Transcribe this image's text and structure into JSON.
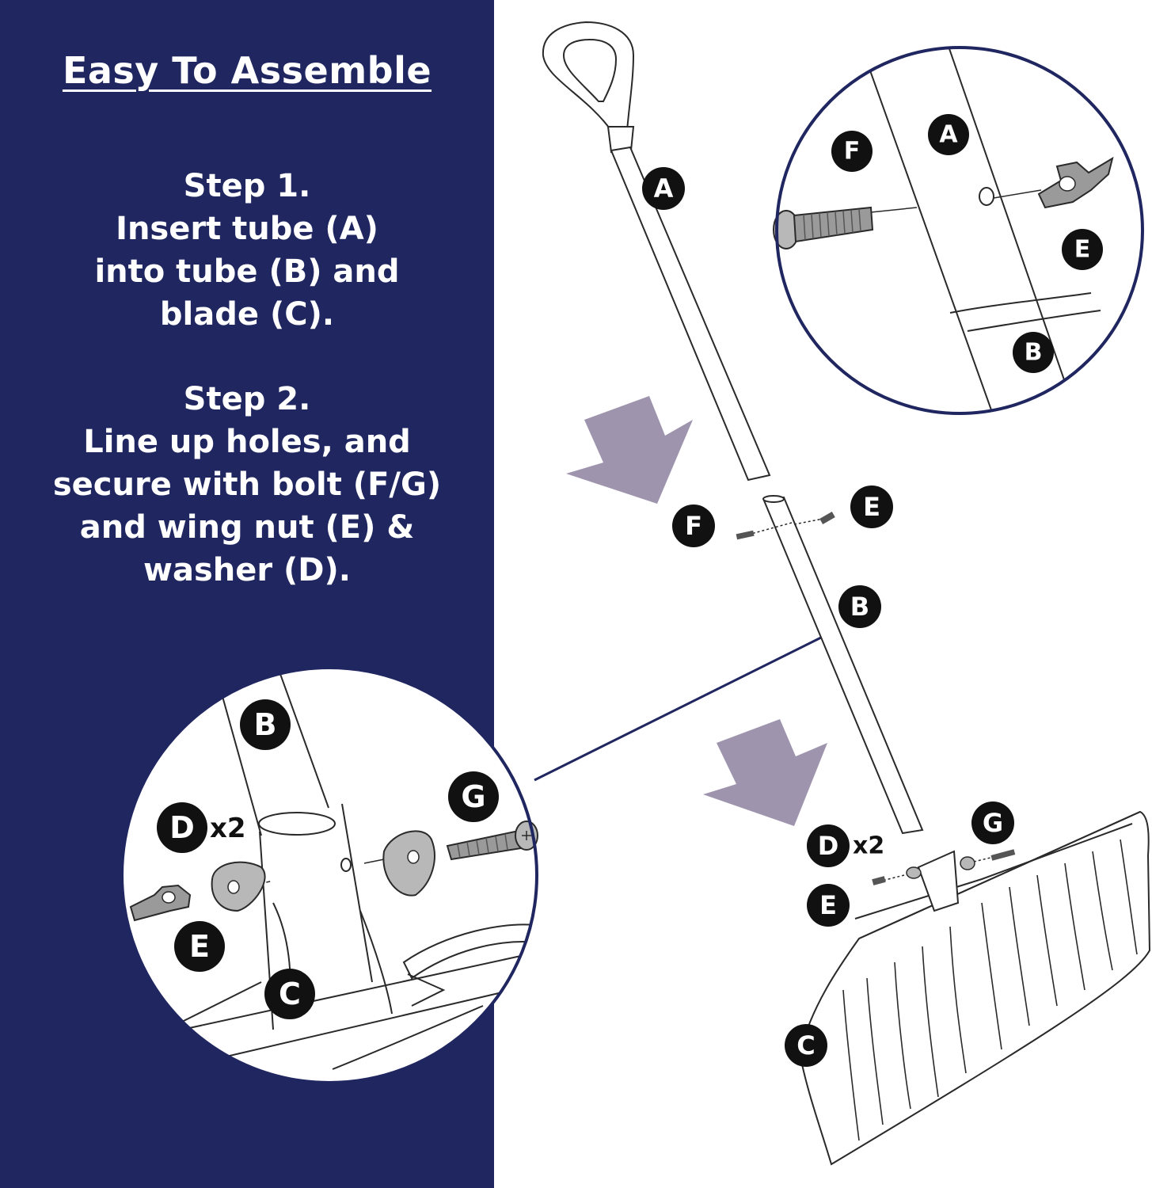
{
  "heading": "Easy To Assemble",
  "step1": {
    "lines": [
      "Step 1.",
      "Insert tube (A)",
      "into tube (B) and",
      "blade (C)."
    ]
  },
  "step2": {
    "lines": [
      "Step 2.",
      "Line up holes, and",
      "secure with bolt (F/G)",
      "and wing nut (E) &",
      "washer (D)."
    ]
  },
  "labels": {
    "a": "A",
    "b": "B",
    "c": "C",
    "d": "D",
    "e": "E",
    "f": "F",
    "g": "G",
    "qty": "x2"
  },
  "colors": {
    "panel": "#1f2660",
    "arrow": "#9e94ad",
    "outline": "#2a2a2a",
    "part_fill": "#b8b8b8"
  }
}
